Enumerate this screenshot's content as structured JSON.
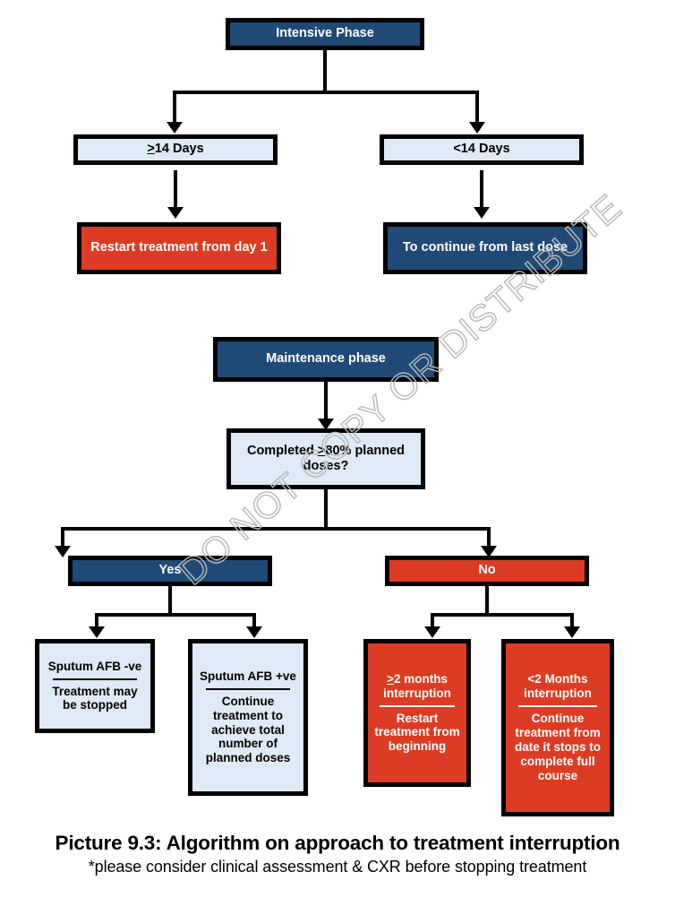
{
  "colors": {
    "navy": "#204A76",
    "red": "#DC3C23",
    "light_blue": "#DEEAF5",
    "border": "#000000",
    "watermark": "#B9B9B9"
  },
  "watermark": {
    "text": "DO NOT COPY OR DISTRIBUTE"
  },
  "flowchart": {
    "type": "flowchart",
    "intensive": {
      "root": {
        "label": "Intensive Phase",
        "style": "navy"
      },
      "branches": [
        {
          "condition": {
            "label": ">14 Days",
            "prefix": ">",
            "rest": "14 Days",
            "underline_prefix": true,
            "style": "light"
          },
          "outcome": {
            "label": "Restart treatment from day 1",
            "style": "red"
          }
        },
        {
          "condition": {
            "label": "<14 Days",
            "prefix": "",
            "rest": "<14 Days",
            "underline_prefix": false,
            "style": "light"
          },
          "outcome": {
            "label": "To continue from last dose",
            "style": "navy"
          }
        }
      ]
    },
    "maintenance": {
      "root": {
        "label": "Maintenance phase",
        "style": "navy"
      },
      "question": {
        "prefix": "Completed ",
        "symbol": ">",
        "rest": "80% planned doses?",
        "underline_symbol": true,
        "style": "light"
      },
      "branches": [
        {
          "label": "Yes",
          "style": "navy",
          "outcomes": [
            {
              "heading": "Sputum AFB -ve",
              "body": "Treatment may be stopped",
              "style": "light"
            },
            {
              "heading": "Sputum AFB +ve",
              "body": "Continue treatment to achieve total number of planned doses",
              "style": "light"
            }
          ]
        },
        {
          "label": "No",
          "style": "red",
          "outcomes": [
            {
              "heading_prefix": ">",
              "heading_rest": "2 months interruption",
              "heading": ">2 months interruption",
              "underline_prefix": true,
              "body": "Restart treatment from beginning",
              "style": "red"
            },
            {
              "heading_prefix": "",
              "heading_rest": "<2 Months interruption",
              "heading": "<2 Months interruption",
              "underline_prefix": false,
              "body": "Continue treatment from date it stops to complete full course",
              "style": "red"
            }
          ]
        }
      ]
    }
  },
  "caption": {
    "title": "Picture 9.3: Algorithm on approach to treatment interruption",
    "subtitle": "*please consider clinical assessment & CXR before stopping treatment"
  }
}
